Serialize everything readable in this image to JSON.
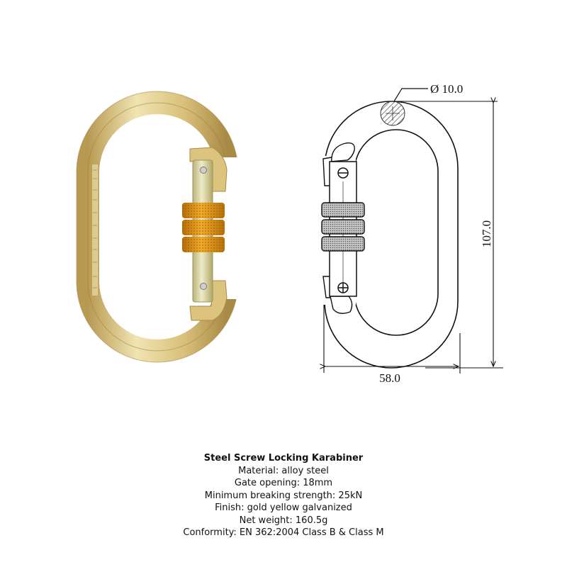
{
  "product": {
    "title": "Steel Screw Locking Karabiner",
    "specs": [
      "Material: alloy steel",
      "Gate opening: 18mm",
      "Minimum breaking strength: 25kN",
      "Finish: gold yellow galvanized",
      "Net weight: 160.5g",
      "Conformity: EN 362:2004 Class B & Class M"
    ]
  },
  "drawing": {
    "diameter_label": "Ø 10.0",
    "height_label": "107.0",
    "width_label": "58.0"
  },
  "colors": {
    "body_gold": "#d9c07a",
    "body_highlight": "#f0e3b0",
    "body_shadow": "#a88a45",
    "sleeve_orange": "#e39a1a",
    "sleeve_dark": "#b86f0a",
    "gate_metal": "#d8d6a0",
    "line": "#111111"
  }
}
